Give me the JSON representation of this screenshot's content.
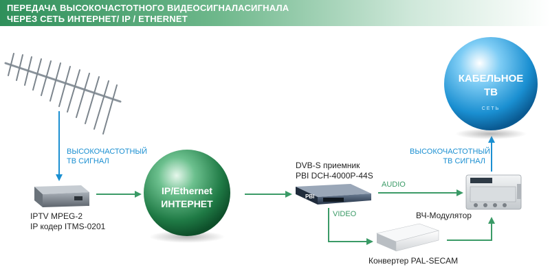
{
  "header": {
    "line1": "ПЕРЕДАЧА ВЫСОКОЧАСТОТНОГО ВИДЕОСИГНАЛАСИГНАЛА",
    "line2": "ЧЕРЕЗ СЕТЬ ИНТЕРНЕТ/ IP / ETHERNET"
  },
  "signals": {
    "left_line1": "ВЫСОКОЧАСТОТНЫЙ",
    "left_line2": "ТВ СИГНАЛ",
    "right_line1": "ВЫСОКОЧАСТОТНЫЙ",
    "right_line2": "ТВ СИГНАЛ"
  },
  "encoder": {
    "line1": "IPTV MPEG-2",
    "line2": "IP кодер ITMS-0201"
  },
  "internet": {
    "line1": "IP/Ethernet",
    "line2": "ИНТЕРНЕТ"
  },
  "receiver": {
    "line1": "DVB-S приемник",
    "line2": "PBI DCH-4000P-44S",
    "badge": "PBI"
  },
  "links": {
    "audio": "AUDIO",
    "video": "VIDEO"
  },
  "modulator": {
    "label": "ВЧ-Модулятор"
  },
  "converter": {
    "label": "Конвертер PAL-SECAM"
  },
  "cable": {
    "line1": "КАБЕЛЬНОЕ",
    "line2": "ТВ",
    "line3": "СЕТЬ"
  },
  "colors": {
    "arrow_green": "#3a9a66",
    "arrow_blue": "#1a8fd1",
    "sphere_green": "#2e8b57",
    "sphere_blue": "#1a8fd1"
  }
}
